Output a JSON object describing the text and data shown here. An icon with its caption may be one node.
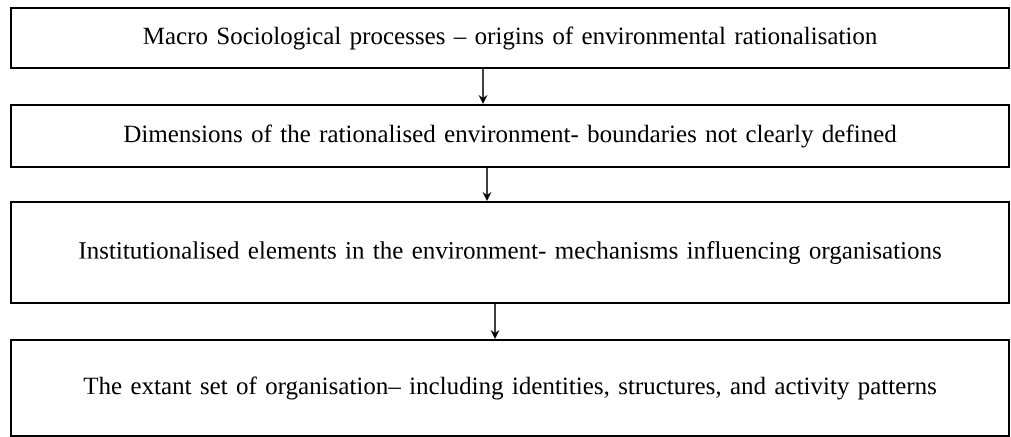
{
  "diagram": {
    "nodes": [
      {
        "text": [
          "Macro Sociological processes – origins of environmental rationalisation"
        ]
      },
      {
        "text": [
          "Dimensions of the rationalised environment- boundaries not clearly defined"
        ]
      },
      {
        "text": [
          "Institutionalised elements in the environment- mechanisms influencing organisations"
        ]
      },
      {
        "text": [
          "The extant set of organisation– including identities, structures, and activity patterns"
        ]
      }
    ],
    "edges": [
      {
        "from": 0,
        "to": 1,
        "arrow": "to"
      },
      {
        "from": 1,
        "to": 2,
        "arrow": "to"
      },
      {
        "from": 2,
        "to": 3,
        "arrow": "to"
      }
    ]
  }
}
